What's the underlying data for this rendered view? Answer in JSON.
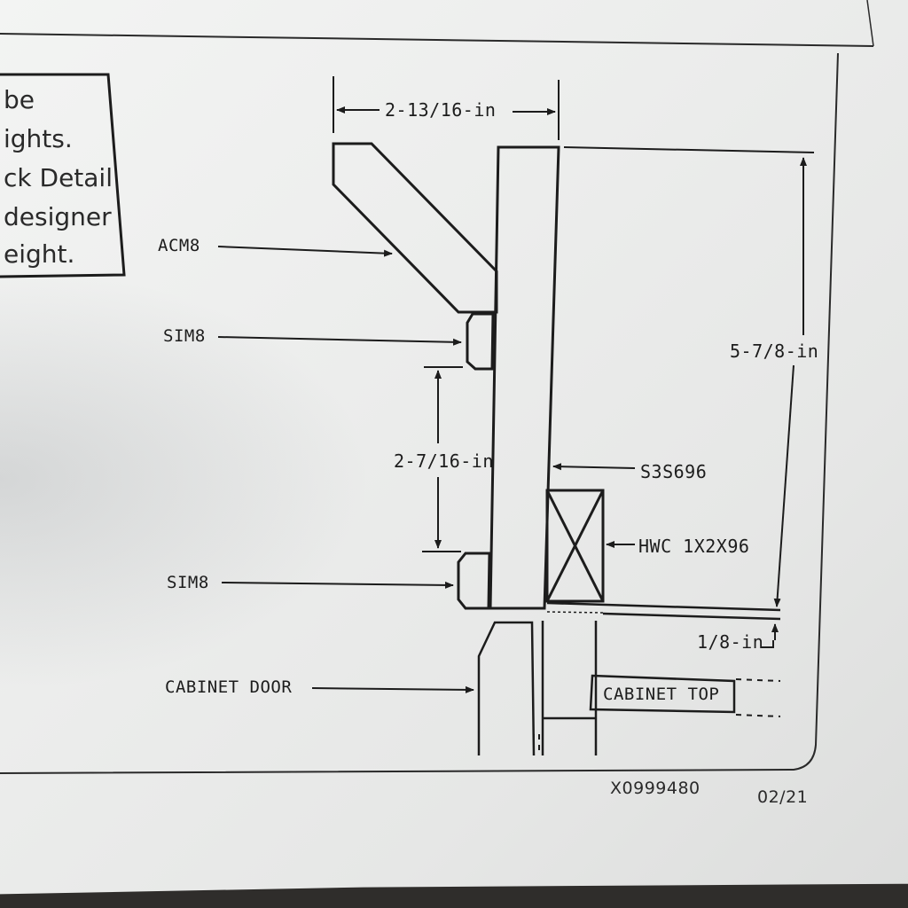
{
  "note_box": {
    "lines": [
      "be",
      "ights.",
      "ck Detail",
      "designer",
      "eight."
    ]
  },
  "dimensions": {
    "top_width": "2-13/16-in",
    "right_height": "5-7/8-in",
    "mid_height": "2-7/16-in",
    "gap": "1/8-in"
  },
  "labels": {
    "acm8": "ACM8",
    "sim8_top": "SIM8",
    "sim8_bottom": "SIM8",
    "s3s696": "S3S696",
    "hwc": "HWC 1X2X96",
    "cabinet_door": "CABINET DOOR",
    "cabinet_top": "CABINET TOP"
  },
  "footer": {
    "code": "X0999480",
    "date": "02/21"
  },
  "colors": {
    "paper": "#eeefee",
    "ink": "#1c1c1c",
    "background": "#2b2a29"
  }
}
